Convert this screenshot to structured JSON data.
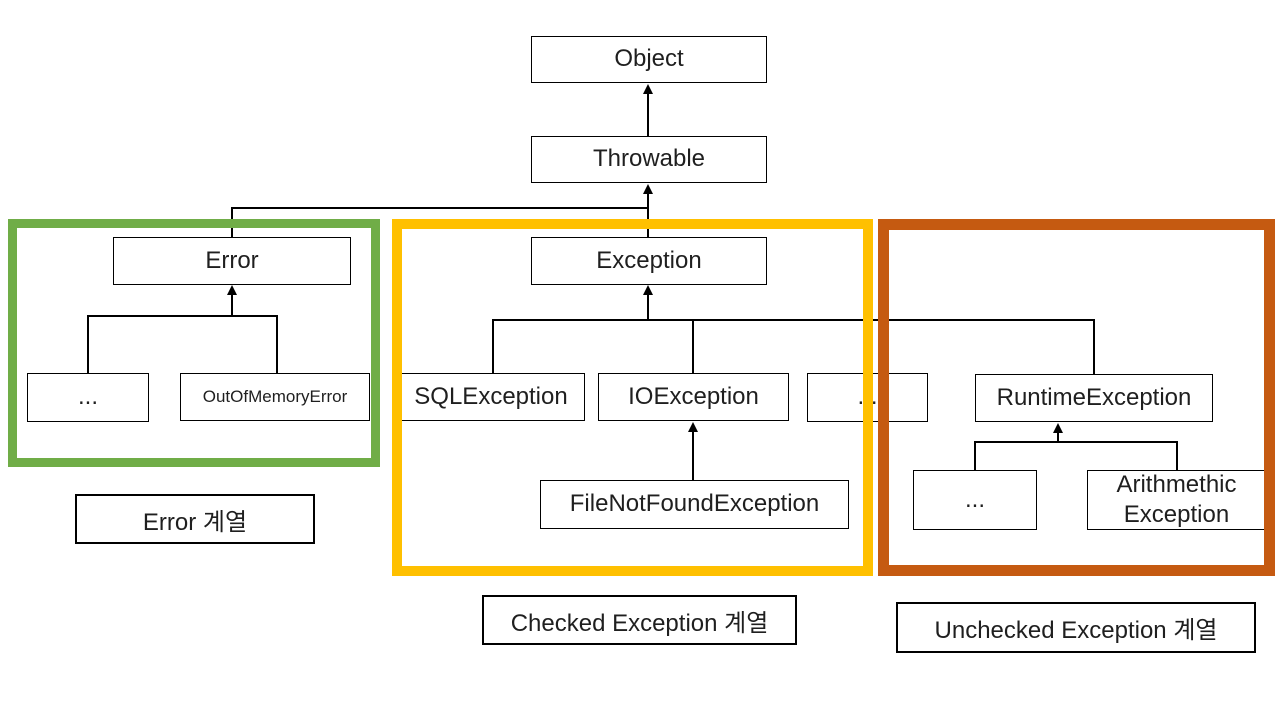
{
  "diagram": {
    "nodes": {
      "object": {
        "label": "Object"
      },
      "throwable": {
        "label": "Throwable"
      },
      "error": {
        "label": "Error"
      },
      "exception": {
        "label": "Exception"
      },
      "error_etc": {
        "label": "..."
      },
      "out_of_memory_error": {
        "label": "OutOfMemoryError"
      },
      "sql_exception": {
        "label": "SQLException"
      },
      "io_exception": {
        "label": "IOException"
      },
      "exception_etc": {
        "label": "..."
      },
      "runtime_exception": {
        "label": "RuntimeException"
      },
      "file_not_found_exception": {
        "label": "FileNotFoundException"
      },
      "runtime_etc": {
        "label": "..."
      },
      "arithmethic_exception": {
        "label_line1": "Arithmethic",
        "label_line2": "Exception"
      }
    },
    "edges": [
      {
        "from": "Throwable",
        "to": "Object"
      },
      {
        "from": "Error",
        "to": "Throwable"
      },
      {
        "from": "Exception",
        "to": "Throwable"
      },
      {
        "from": "...",
        "to": "Error"
      },
      {
        "from": "OutOfMemoryError",
        "to": "Error"
      },
      {
        "from": "SQLException",
        "to": "Exception"
      },
      {
        "from": "IOException",
        "to": "Exception"
      },
      {
        "from": "RuntimeException",
        "to": "Exception"
      },
      {
        "from": "FileNotFoundException",
        "to": "IOException"
      },
      {
        "from": "...",
        "to": "RuntimeException"
      },
      {
        "from": "Arithmethic Exception",
        "to": "RuntimeException"
      }
    ],
    "groups": {
      "error_group": {
        "label": "Error 계열",
        "frame_color": "#70ad47"
      },
      "checked_group": {
        "label": "Checked Exception 계열",
        "frame_color": "#ffc000"
      },
      "unchecked_group": {
        "label": "Unchecked Exception 계열",
        "frame_color": "#c55a11"
      }
    },
    "colors": {
      "line": "#000000",
      "box_border": "#000000",
      "text": "#1f1f1f",
      "background": "#ffffff"
    }
  }
}
